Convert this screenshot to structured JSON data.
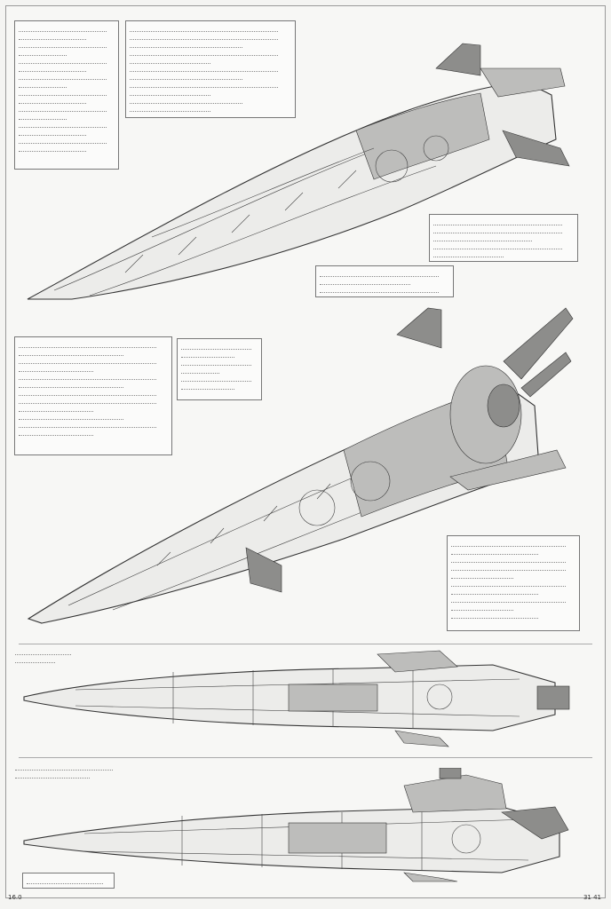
{
  "sheet": {
    "corner_top_right": "",
    "page_left": "16.0",
    "page_right": "31 41"
  },
  "sections": [
    {
      "id": "view-1",
      "label": ""
    },
    {
      "id": "view-2",
      "label": ""
    },
    {
      "id": "view-3",
      "label": ""
    },
    {
      "id": "view-4",
      "label": ""
    }
  ],
  "icons": [
    "hull-drawing",
    "engine-cluster",
    "wing-fin",
    "turret"
  ],
  "colors": {
    "line": "#333333",
    "paper": "#f7f7f5",
    "shade": "#8d8d8b"
  }
}
